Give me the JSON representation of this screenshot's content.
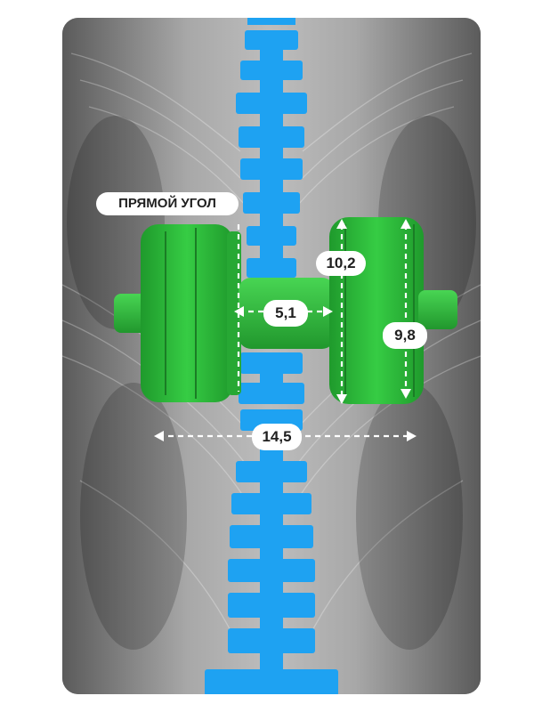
{
  "labels": {
    "right_angle": "ПРЯМОЙ УГОЛ",
    "plate_height": "10,2",
    "plate_inner_height": "9,8",
    "handle_width": "5,1",
    "overall_width": "14,5"
  },
  "colors": {
    "spine": "#1ea2f2",
    "dumbbell": "#2fc23f",
    "dumbbell_dark": "#1d8f2a",
    "muscle_bg": "#9a9a9a",
    "measure_line": "#ffffff"
  }
}
